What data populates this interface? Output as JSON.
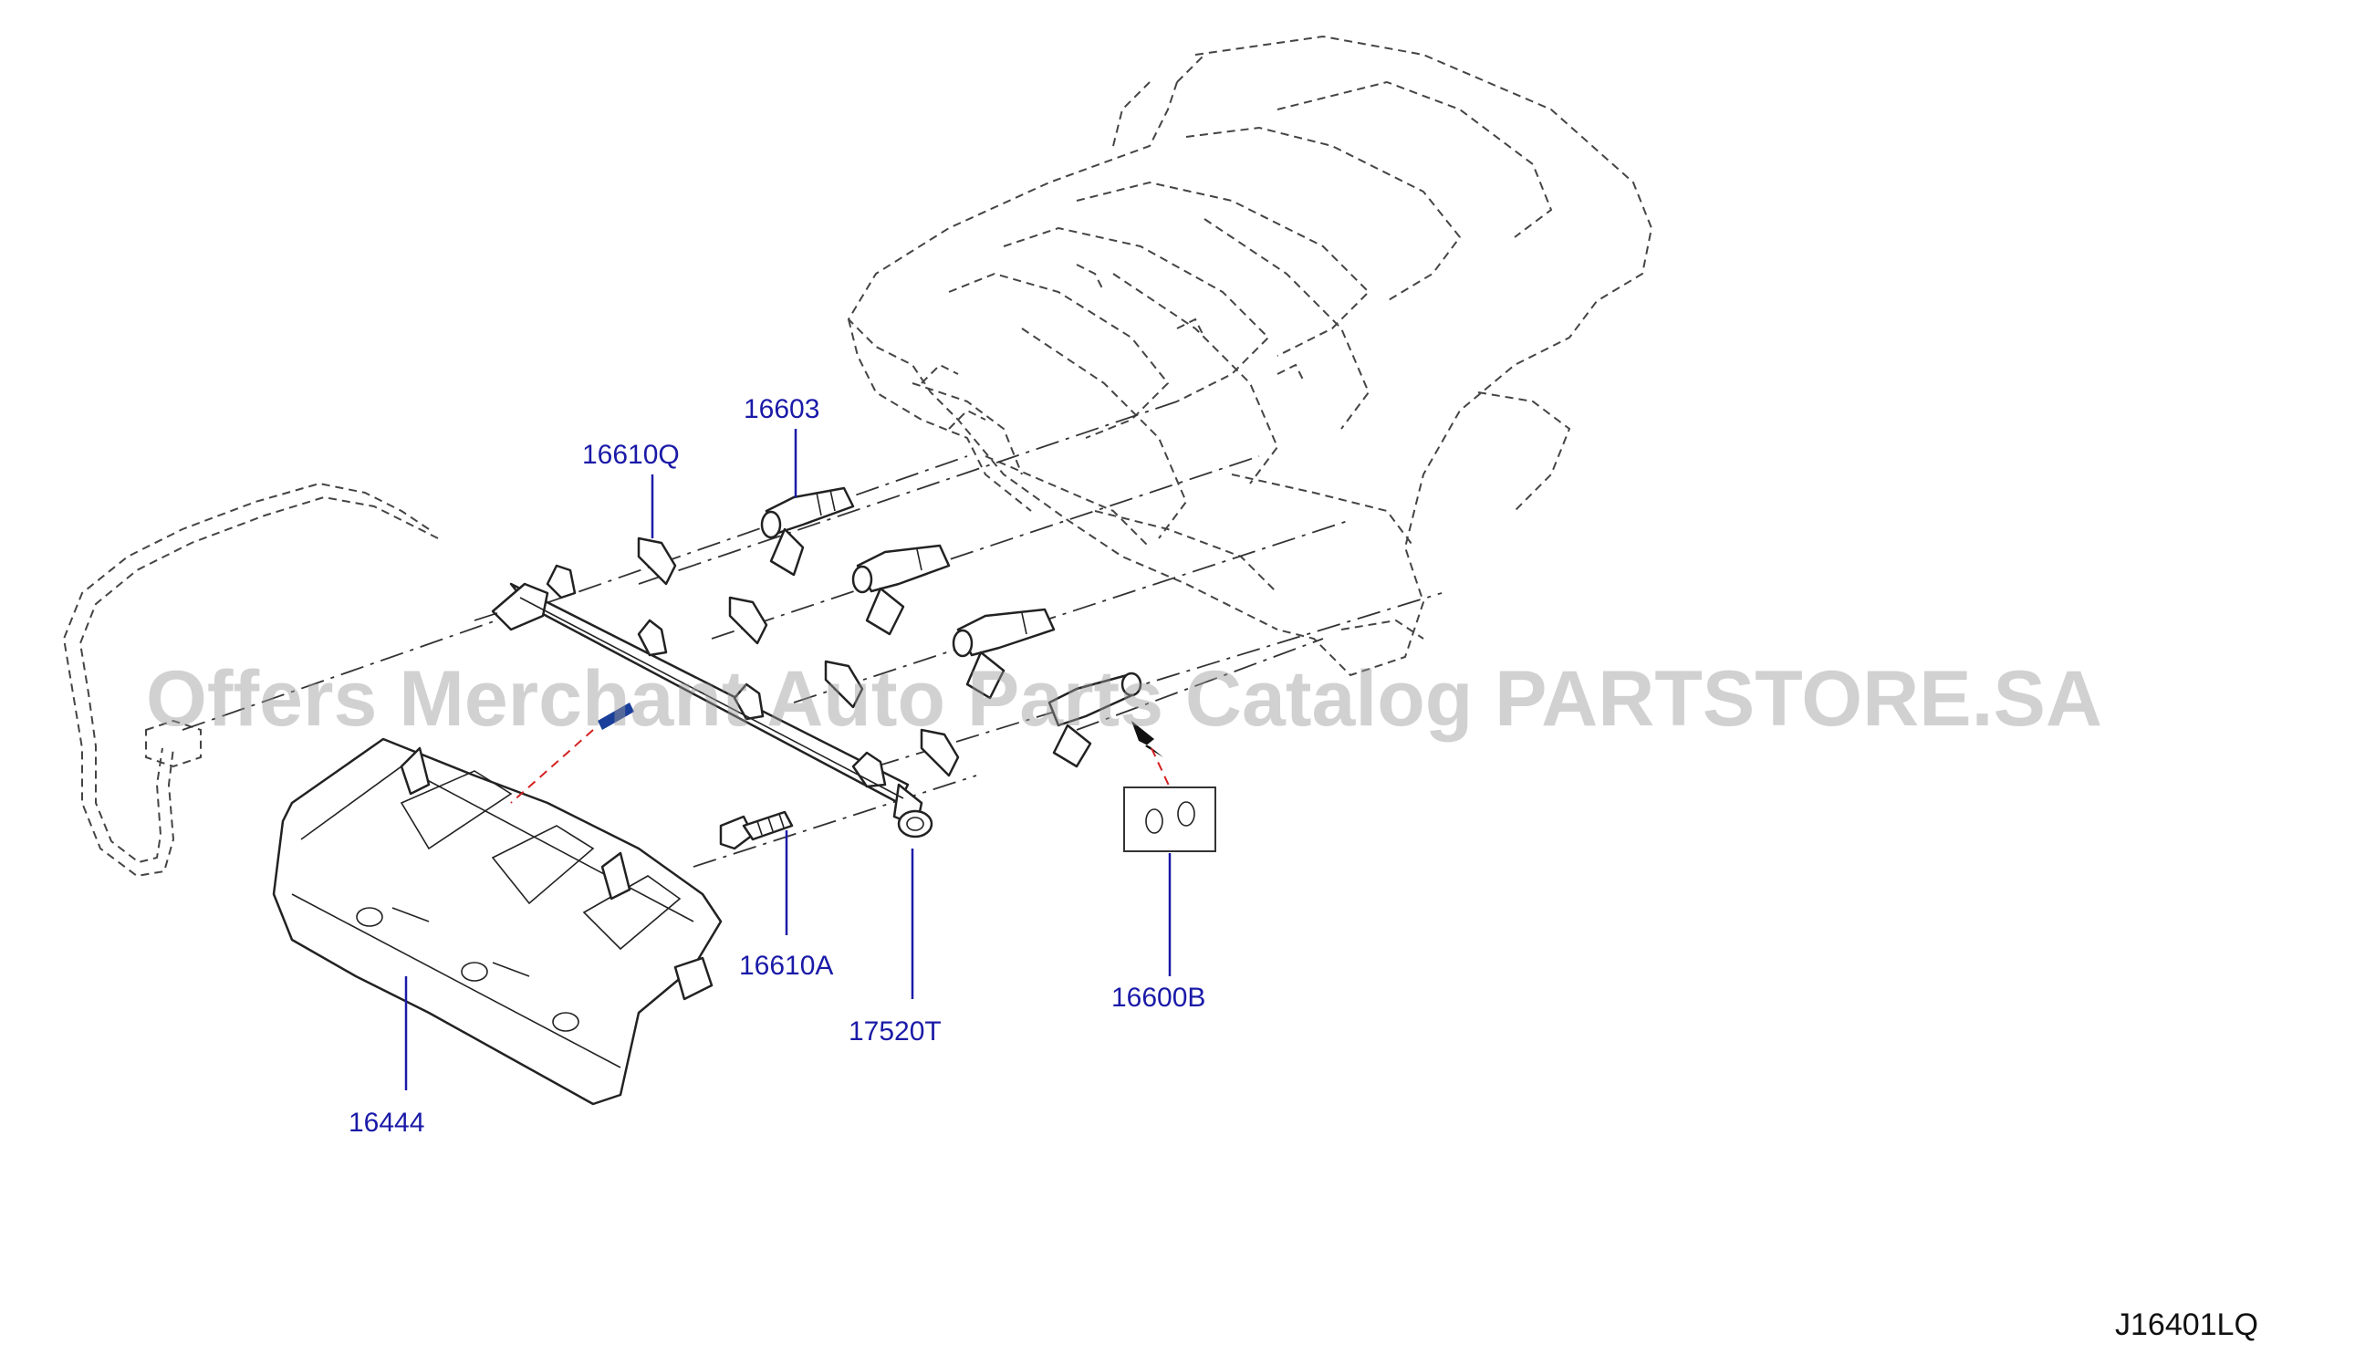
{
  "watermark": "Offers Merchant Auto Parts Catalog PARTSTORE.SA",
  "diagram_code": "J16401LQ",
  "callouts": {
    "c16603": "16603",
    "c16610Q": "16610Q",
    "c16610A": "16610A",
    "c17520T": "17520T",
    "c16600B": "16600B",
    "c16444": "16444"
  }
}
